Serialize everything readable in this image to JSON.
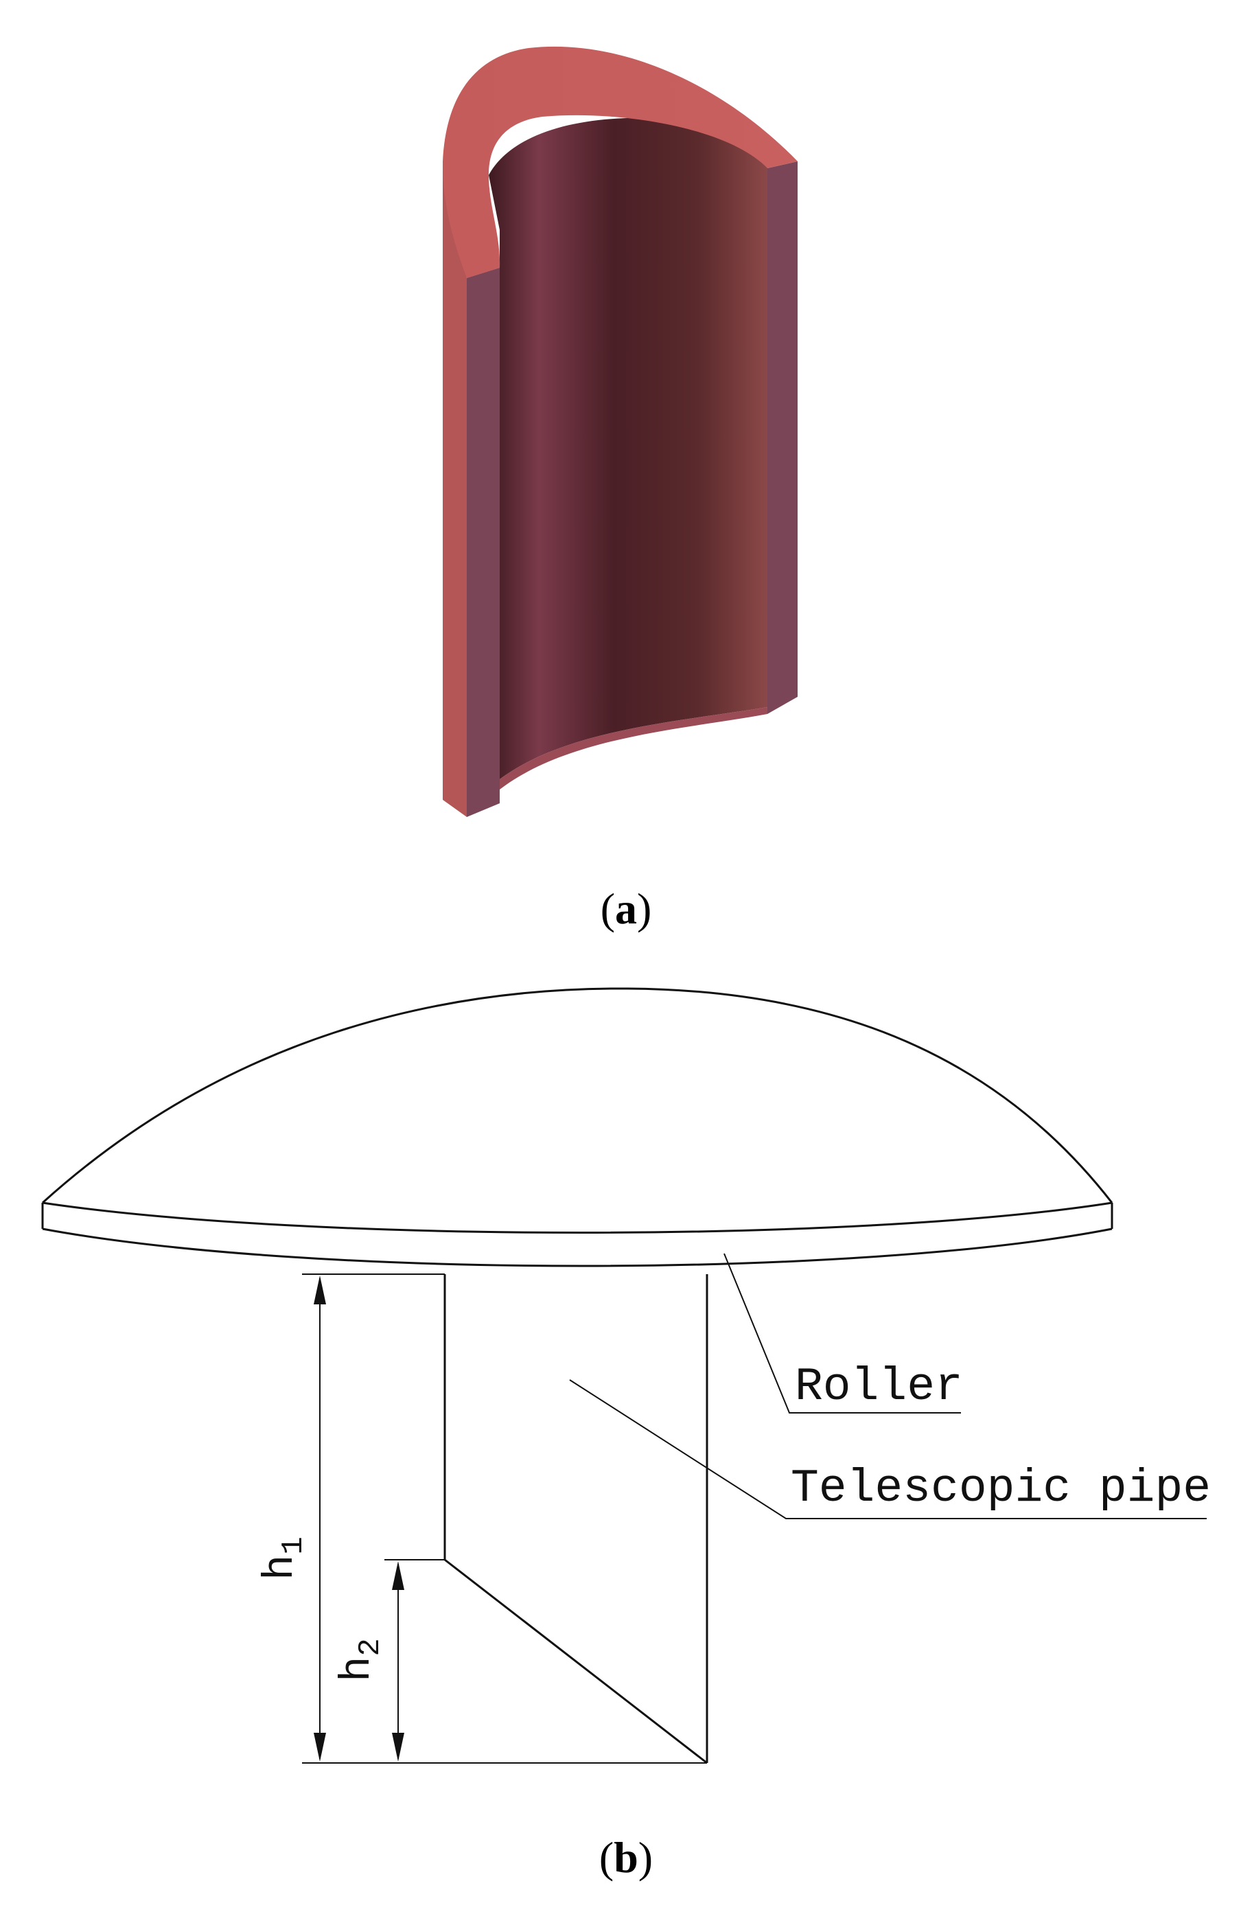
{
  "panel_a": {
    "caption": {
      "open": "(",
      "letter": "a",
      "close": ")"
    },
    "colors": {
      "rim_top": "#c45c5c",
      "outer_side": "#b55656",
      "cut_face": "#7b4558",
      "inner_dark": "#4a1f26",
      "inner_highlight": "#7a3a4a",
      "inner_right": "#8c4848"
    }
  },
  "panel_b": {
    "caption": {
      "open": "(",
      "letter": "b",
      "close": ")"
    },
    "labels": {
      "roller": "Roller",
      "telescopic_pipe": "Telescopic pipe"
    },
    "dimensions": {
      "h1_base": "h",
      "h1_sub": "1",
      "h2_base": "h",
      "h2_sub": "2"
    }
  }
}
